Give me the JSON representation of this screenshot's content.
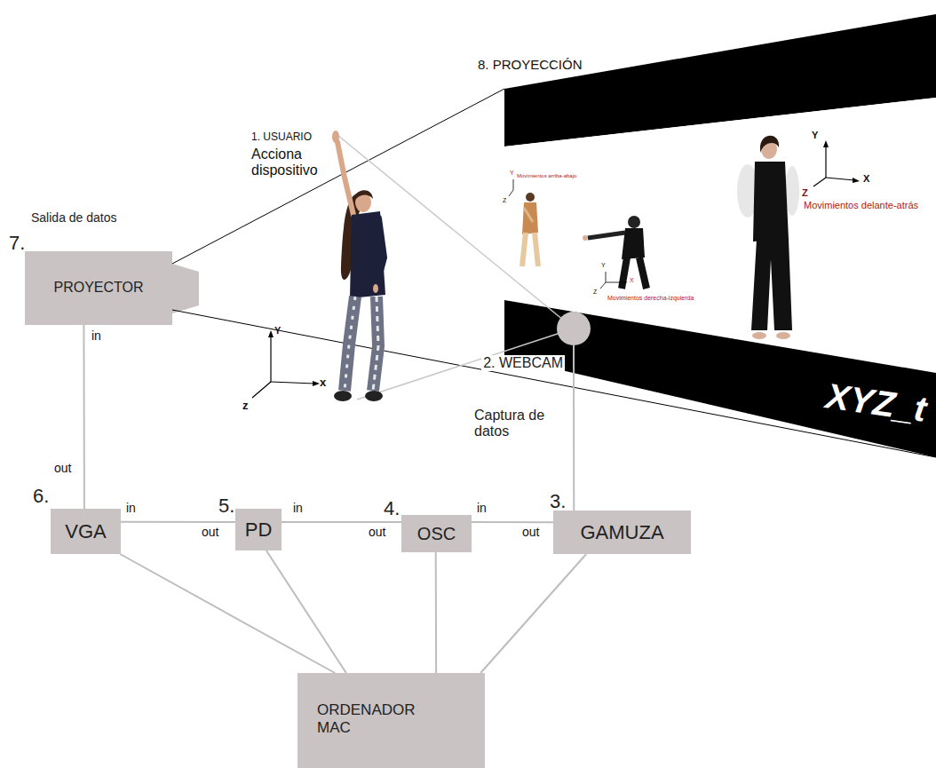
{
  "diagram": {
    "nodes": [
      {
        "text": [
          "7.",
          "Salida de datos",
          "PROYECTOR"
        ]
      },
      {
        "text": [
          "2. WEBCAM",
          "Captura de datos"
        ]
      },
      {
        "text": [
          "3.",
          "GAMUZA"
        ]
      },
      {
        "text": [
          "4.",
          "OSC"
        ]
      },
      {
        "text": [
          "5.",
          "PD"
        ]
      },
      {
        "text": [
          "6.",
          "VGA"
        ]
      },
      {
        "text": [
          "ORDENADOR MAC"
        ]
      }
    ],
    "edges": [
      {
        "from": 1,
        "to": 2,
        "arrow": "none"
      },
      {
        "from": 2,
        "to": 3,
        "arrow": "none"
      },
      {
        "from": 3,
        "to": 4,
        "arrow": "none"
      },
      {
        "from": 4,
        "to": 5,
        "arrow": "none"
      },
      {
        "from": 5,
        "to": 0,
        "arrow": "none"
      },
      {
        "from": 6,
        "to": 5,
        "arrow": "none"
      },
      {
        "from": 6,
        "to": 4,
        "arrow": "none"
      },
      {
        "from": 6,
        "to": 3,
        "arrow": "none"
      },
      {
        "from": 6,
        "to": 2,
        "arrow": "none"
      }
    ],
    "labels": [
      "8. PROYECCIÓN",
      "1. USUARIO",
      "Acciona dispositivo",
      "Y",
      "x",
      "z",
      "Y",
      "Movimientos arriba-abajo",
      "Z",
      "Y",
      "X",
      "Z",
      "Movimientos derecha-izquierda",
      "Y",
      "X",
      "Z",
      "Movimientos delante-atrás",
      "XYZ_t",
      "in",
      "out",
      "in",
      "out",
      "in",
      "out",
      "in",
      "out"
    ]
  }
}
